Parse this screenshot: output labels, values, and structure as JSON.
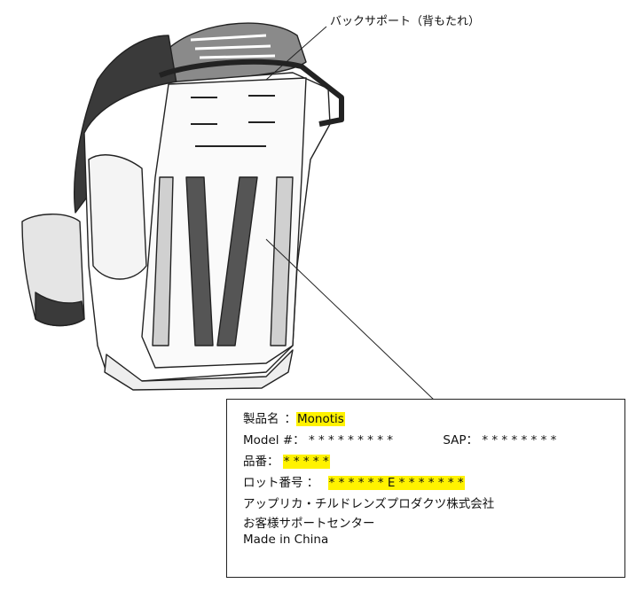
{
  "callout": {
    "back_support": "バックサポート（背もたれ）"
  },
  "label": {
    "product_name_key": "製品名",
    "product_name_sep": "：",
    "product_name_value": "Monotis",
    "model_key": "Model #：",
    "model_value": "* * * * * * * * *",
    "sap_key": "SAP：",
    "sap_value": "* * * * * * * *",
    "part_no_key": "品番：",
    "part_no_value": "* * * * *",
    "lot_no_key": "ロット番号 ：",
    "lot_no_value": "* * * * * * E * * * * * * *",
    "company": "アップリカ・チルドレンズプロダクツ株式会社",
    "support_center": "お客様サポートセンター",
    "origin": "Made in China"
  },
  "colors": {
    "highlight": "#fff200",
    "seat_dark": "#3a3a3a",
    "belt": "#555555"
  }
}
